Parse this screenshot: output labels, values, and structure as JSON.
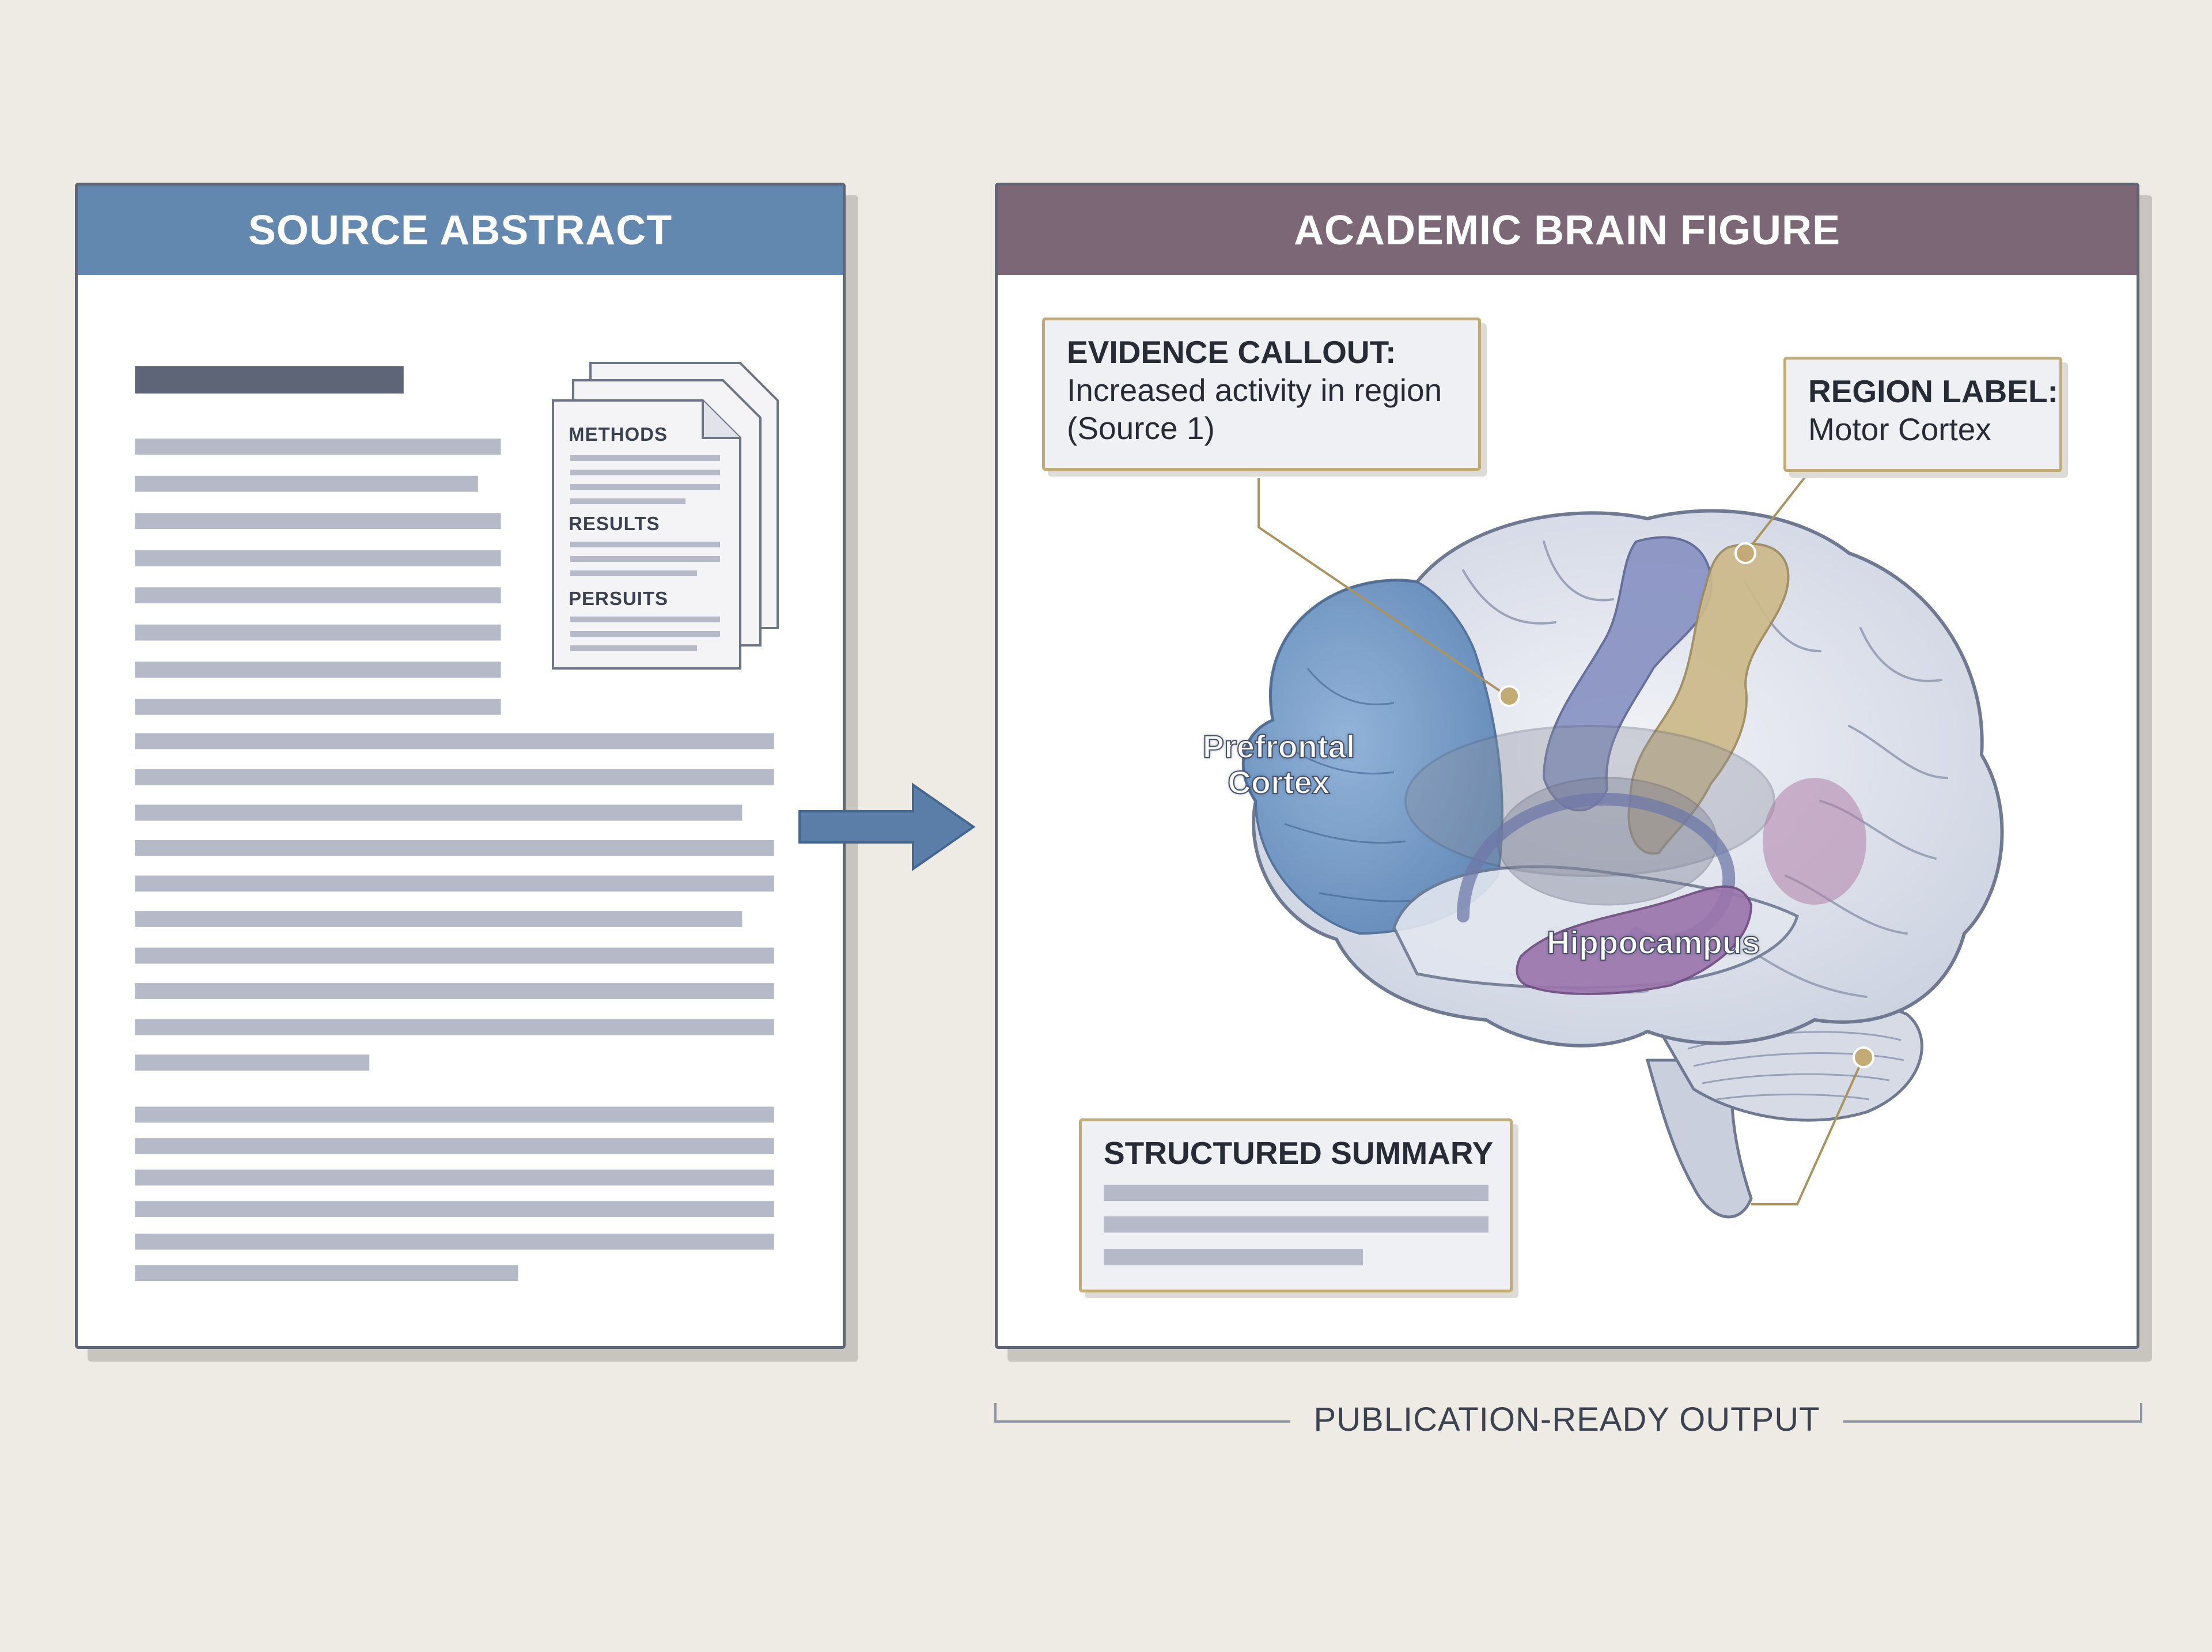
{
  "source_panel": {
    "title": "SOURCE ABSTRACT",
    "doc_sections": [
      "METHODS",
      "RESULTS",
      "PERSUITS"
    ]
  },
  "figure_panel": {
    "title": "ACADEMIC BRAIN FIGURE",
    "evidence_callout": {
      "title": "EVIDENCE CALLOUT:",
      "line1": "Increased activity in region",
      "line2": "(Source 1)"
    },
    "region_callout": {
      "title": "REGION LABEL:",
      "text": "Motor Cortex"
    },
    "summary_callout": {
      "title": "STRUCTURED SUMMARY"
    },
    "brain_labels": {
      "prefrontal_line1": "Prefrontal",
      "prefrontal_line2": "Cortex",
      "hippocampus": "Hippocampus"
    }
  },
  "output_label": "PUBLICATION-READY OUTPUT",
  "colors": {
    "source_header": "#6388b0",
    "figure_header": "#7b6775",
    "callout_border": "#c2ab74",
    "prefrontal": "#6f97c4",
    "motor_cortex": "#cdb98a",
    "hippocampus": "#9b76ac",
    "arrow": "#5b7ea8"
  }
}
